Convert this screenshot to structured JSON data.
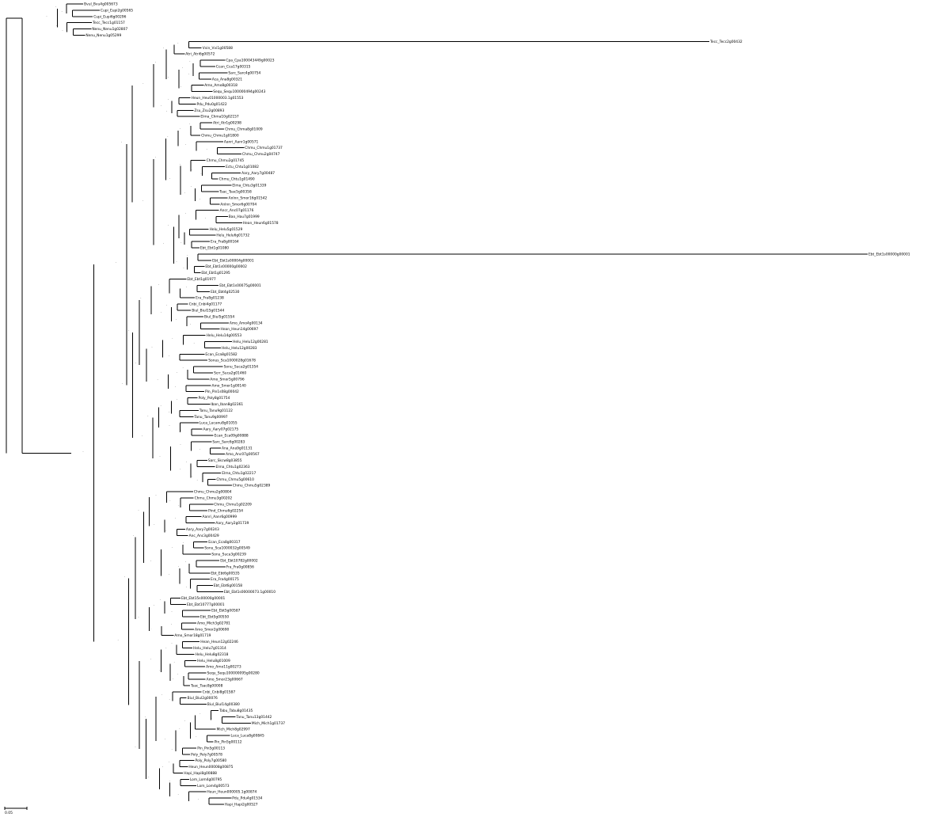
{
  "figure": {
    "scale_bar_label": "0.05"
  },
  "colors": {
    "line": "#000000",
    "background": "#ffffff"
  },
  "leaves": [
    "Bvul_Bvu4g005673",
    "Cupi_Eupi2g00565",
    "Cupi_Eupi6g00296",
    "Tecc_Tecc1g01157",
    "Nenu_Nenu1g02807",
    "Nenu_Nenu1g05299",
    "Tecc_Tecc2g00432",
    "Vvin_Vvi1g00588",
    "Atri_Atri6g00572",
    "Cpa_Cpa100043449g00023",
    "Ccan_Cca17g00315",
    "Sarc_Sarc4g00754",
    "Aca_Ana8g00321",
    "Amo_Amo8g00318",
    "Sequ_Sequ100000494g00243",
    "Heun_Heu01000003.1g01553",
    "Pdu_Pdu0g01422",
    "Zsu_Zsu2g00893",
    "Elma_Chma10g02157",
    "Atri_Atr1g00298",
    "Chmu_Chma8g01009",
    "Chmu_Chmu1g01800",
    "Aanri_Aanr1g00571",
    "Chmu_Chmu1g01737",
    "Chmu_Chmu2g04747",
    "Chmu_Chmu2g01745",
    "Ectu_Chtu1g01082",
    "Aary_Aary7g00487",
    "Chmu_Chtu1g01490",
    "Elma_Chtu3g01339",
    "Tsac_Tsac5g00358",
    "Anlnn_Smor16g01542",
    "Anlnn_Smor6g00704",
    "Ancr_Anc07g01176",
    "Bao_Hau7g01999",
    "Hean_Heun6g01578",
    "Helu_Helu5g01529",
    "Helu_Helu6g01732",
    "Era_Fra8g00164",
    "Ebt_Ebt1g01080",
    "Ebt_Ebt1s00000g00001",
    "Ebt_Ebt1s00004g00001",
    "Ebt_Ebt1s00000g00002",
    "Ebt_Ebt1g01295",
    "Ebt_Ebt1g01977",
    "Ebt_Ebt1s00075g00001",
    "Ebt_Ebt4g02530",
    "Era_Fra8g01238",
    "Cnbi_Cnbi4g01177",
    "Biul_Biul15g01544",
    "Biul_Biul5g01554",
    "Amo_Amo4g00134",
    "Hean_Heun14g00697",
    "Helu_Helu14g00553",
    "Helu_Helu12g00281",
    "Helu_Helu12g00283",
    "Ecan_Eca8g01582",
    "Sonus_Sca1000028g01678",
    "Sonu_Suca2g01354",
    "Scrr_Suca2g01460",
    "Amo_Smor5g00796",
    "Amo_Smor1g00140",
    "Pin_Pin1s08g00042",
    "Poly_Poly8g01754",
    "Iban_Iban8g02361",
    "Tanu_Tanu9g01122",
    "Tanu_Tanu9g00997",
    "Luca_Lucanu8g01055",
    "Aary_Aary07g02175",
    "Ecan_Eca09g00888",
    "Sarc_Sarc6g00283",
    "Ana_Ana9g01131",
    "Amo_Anc07g00567",
    "Sarc_Skcw8g03855",
    "Elma_Chtu1g02363",
    "Elma_Chtu1g02217",
    "Chmu_Chmu5g00610",
    "Chmu_Chmu5g02389",
    "Chmu_Chmu2g00804",
    "Chmu_Chmu3g00202",
    "Chmu_Chmu1g02209",
    "Pind_Chmu6g02254",
    "Aanri_Aanr6g00999",
    "Aary_Aary2g01739",
    "Aary_Aary7g00243",
    "Anc_Anc3g00429",
    "Ecan_Eca8g00317",
    "Sonu_Sca1000032g00549",
    "Sonu_Suca3g00239",
    "Ebt_Ebt10782g00002",
    "Fra_Fra0g00856",
    "Ebt_Ebt6g00535",
    "Era_Fra4g00175",
    "Ebt_Ebt6g00158",
    "Ebt_Ebt1s00000073.1g00010",
    "Ebt_Ebt15s00000g00001",
    "Ebt_Ebt10777g00001",
    "Ebt_Ebt5g00587",
    "Ebt_Ebt5g00550",
    "Amo_Mich3g02781",
    "Amo_Smor2g00690",
    "Amo_Smor18g01719",
    "Hean_Heun12g02246",
    "Helu_Helu7g01314",
    "Helu_Helu8g02318",
    "Helu_Helu8g01009",
    "Amo_Amo11g00273",
    "Sequ_Sequ100000095g00280",
    "Amo_Smor23g00667",
    "Tsac_Tsac8g00008",
    "Cnbi_Cnbi8g01587",
    "Biul_Biul2g00076",
    "Biul_Biul14g00380",
    "Tabu_Tabu8g01435",
    "Tanu_Tanu13g01442",
    "Mich_Mich1g01737",
    "Mich_Mich8g02997",
    "Luca_Luca8g00845",
    "Pin_Pin5g00112",
    "Pin_Pin5g00113",
    "Poly_Poly7g00578",
    "Poly_Poly7g00580",
    "Heun_Heun00008g00875",
    "Hapi_Hapi8g00888",
    "Lom_Lom4g00795",
    "Lom_Lom4g00573",
    "Heun_Heun000005.1g00874",
    "Pdu_Pdu4g01534",
    "Hapi_Hapi2g00527"
  ],
  "long_branch_leaves": [
    "Tecc_Tecc2g00432",
    "Ebt_Ebt1s00000g00001"
  ]
}
